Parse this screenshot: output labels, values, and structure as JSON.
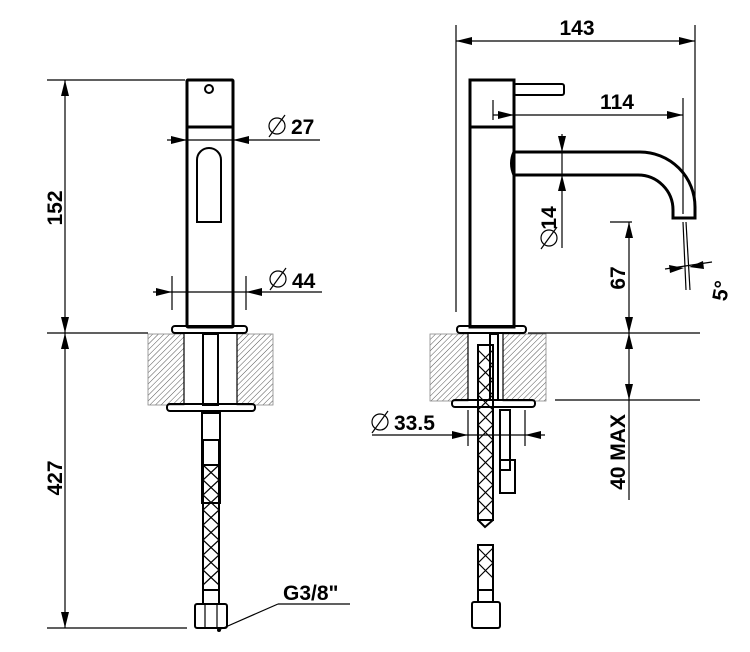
{
  "title": "Basin mixer dimensional drawing",
  "dimensions": {
    "overall_height": "152",
    "hose_length": "427",
    "body_diameter": "27",
    "base_diameter": "44",
    "projection": "143",
    "spout_reach": "114",
    "spout_diameter": "14",
    "spout_height": "67",
    "counter_thickness": "40 MAX",
    "hole_diameter": "33.5",
    "angle": "5°",
    "connection": "G3/8\""
  },
  "colors": {
    "line": "#000000",
    "background": "#ffffff",
    "hatch": "#555555"
  }
}
